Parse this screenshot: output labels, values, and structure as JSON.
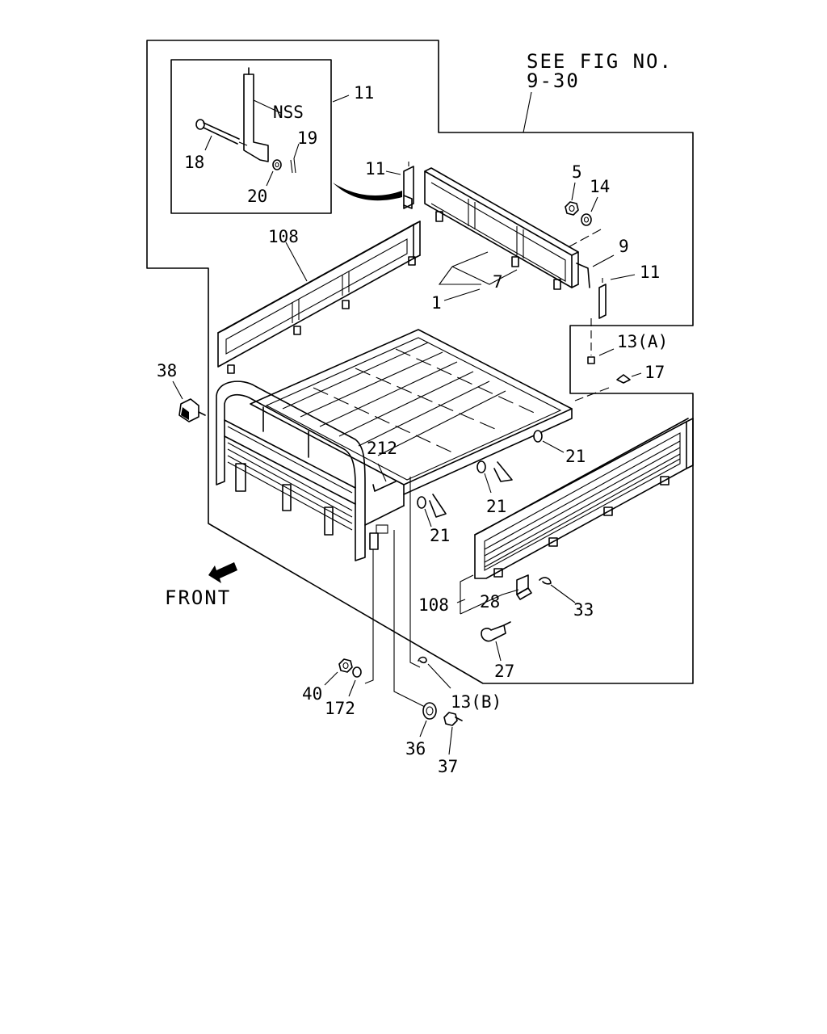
{
  "reference": {
    "line1": "SEE FIG NO.",
    "line2": "9-30"
  },
  "front_label": "FRONT",
  "callouts": {
    "c11_inset": "11",
    "nss": "NSS",
    "c19": "19",
    "c18": "18",
    "c20": "20",
    "c11_left": "11",
    "c5": "5",
    "c14": "14",
    "c9": "9",
    "c11_right": "11",
    "c108_top": "108",
    "c7": "7",
    "c1": "1",
    "c13a": "13(A)",
    "c17": "17",
    "c38": "38",
    "c212": "212",
    "c21_a": "21",
    "c21_b": "21",
    "c21_c": "21",
    "c108_bottom": "108",
    "c28": "28",
    "c33": "33",
    "c27": "27",
    "c40": "40",
    "c172": "172",
    "c13b": "13(B)",
    "c36": "36",
    "c37": "37"
  }
}
